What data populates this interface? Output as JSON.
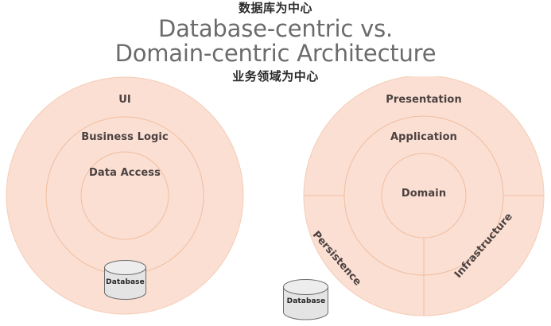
{
  "title": {
    "cn_top": "数据库为中心",
    "line1": "Database-centric vs.",
    "line2": "Domain-centric Architecture",
    "cn_bottom": "业务领域为中心"
  },
  "colors": {
    "ring_fill": "#FBDFD3",
    "ring_stroke": "#F0BE9F",
    "label_text": "#4a4140",
    "title_text": "#6b6b6b",
    "cn_text": "#2b2b2b",
    "cylinder_fill": "#E3E3E3",
    "cylinder_top": "#ECECEC",
    "cylinder_stroke": "#6d6d6d",
    "background": "#ffffff"
  },
  "left_diagram": {
    "name": "database-centric-architecture",
    "rings": [
      {
        "id": "ui",
        "label": "UI"
      },
      {
        "id": "business-logic",
        "label": "Business Logic"
      },
      {
        "id": "data-access",
        "label": "Data Access"
      }
    ],
    "cylinder": {
      "label": "Database"
    }
  },
  "right_diagram": {
    "name": "domain-centric-architecture",
    "rings": [
      {
        "id": "presentation",
        "label": "Presentation"
      },
      {
        "id": "application",
        "label": "Application"
      },
      {
        "id": "domain",
        "label": "Domain"
      }
    ],
    "sectors": [
      {
        "id": "persistence",
        "label": "Persistence"
      },
      {
        "id": "infrastructure",
        "label": "Infrastructure"
      }
    ],
    "cylinder": {
      "label": "Database"
    }
  }
}
